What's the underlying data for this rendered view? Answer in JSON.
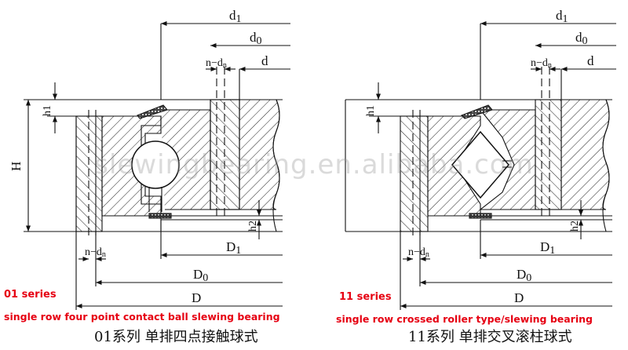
{
  "watermark": "slewingbearing.en.alibaba.com",
  "left": {
    "series_label": "01 series",
    "caption_en": "single row four point contact ball slewing bearing",
    "caption_cn": "01系列 单排四点接触球式",
    "dims": {
      "d1": "d",
      "d1_sub": "1",
      "d0": "d",
      "d0_sub": "0",
      "d": "d",
      "nd": "n−d",
      "nd_sub": "n",
      "h1": "h1",
      "H": "H",
      "h2": "h2",
      "D1": "D",
      "D1_sub": "1",
      "D0": "D",
      "D0_sub": "0",
      "D": "D",
      "nd_bottom": "n−d",
      "nd_bottom_sub": "n"
    }
  },
  "right": {
    "series_label": "11 series",
    "caption_en": "single row crossed roller type/slewing bearing",
    "caption_cn": "11系列 单排交叉滚柱球式",
    "dims": {
      "d1": "d",
      "d1_sub": "1",
      "d0": "d",
      "d0_sub": "0",
      "d": "d",
      "nd": "n−d",
      "nd_sub": "n",
      "h1": "h1",
      "h2": "h2",
      "D1": "D",
      "D1_sub": "1",
      "D0": "D",
      "D0_sub": "0",
      "D": "D",
      "nd_bottom": "n−d",
      "nd_bottom_sub": "n"
    }
  }
}
